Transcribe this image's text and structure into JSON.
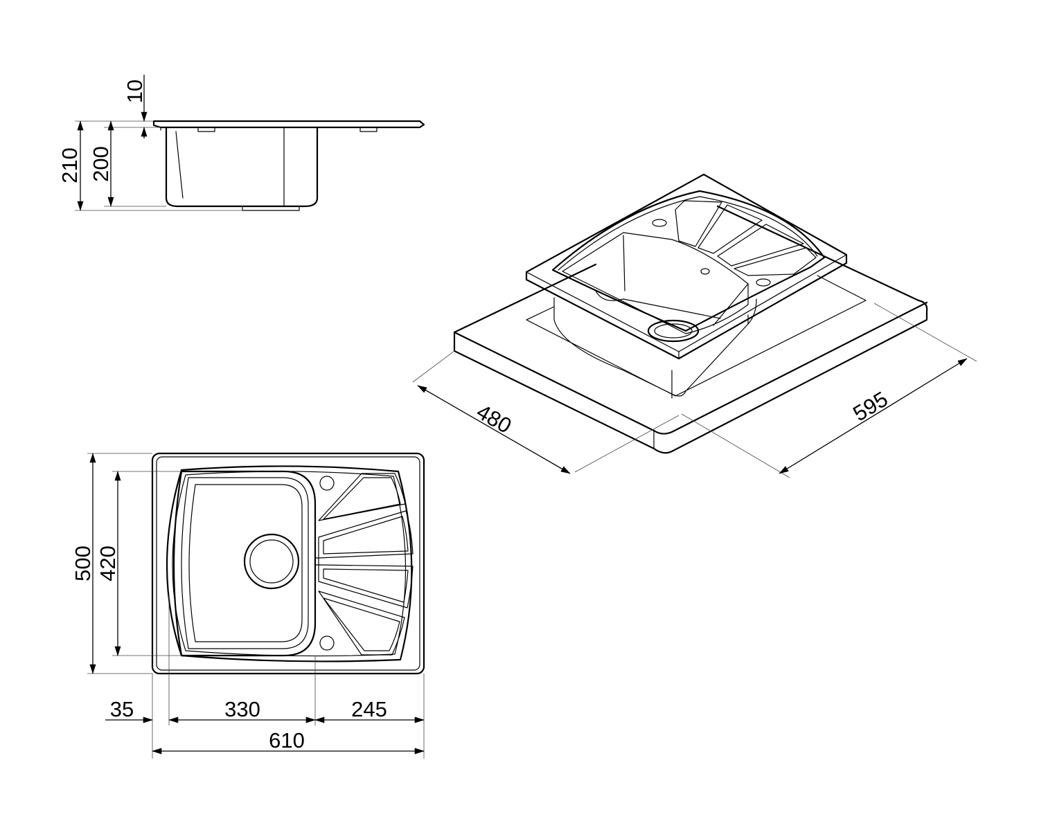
{
  "dimensions": {
    "side_lip": "10",
    "side_total_height": "210",
    "side_bowl_height": "200",
    "plan_width": "500",
    "plan_bowl_depth": "420",
    "offset_left": "35",
    "bowl_width": "330",
    "drainer_width": "245",
    "total_length": "610",
    "cutout_depth": "480",
    "cutout_width": "595"
  }
}
